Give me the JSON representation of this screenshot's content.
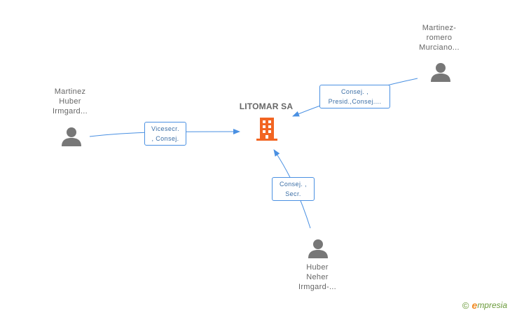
{
  "company": {
    "name": "LITOMAR SA"
  },
  "people": [
    {
      "id": "p1",
      "name_lines": [
        "Martinez",
        "Huber",
        "Irmgard..."
      ]
    },
    {
      "id": "p2",
      "name_lines": [
        "Martinez-",
        "romero",
        "Murciano..."
      ]
    },
    {
      "id": "p3",
      "name_lines": [
        "Huber",
        "Neher",
        "Irmgard-..."
      ]
    }
  ],
  "relations": [
    {
      "from": "p1",
      "label_lines": [
        "Vicesecr.",
        ", Consej."
      ]
    },
    {
      "from": "p2",
      "label_lines": [
        "Consej. ,",
        "Presid.,Consej...."
      ]
    },
    {
      "from": "p3",
      "label_lines": [
        "Consej. ,",
        "Secr."
      ]
    }
  ],
  "brand": {
    "copyright": "©",
    "e": "e",
    "rest": "mpresia"
  },
  "colors": {
    "edge": "#4a90e2",
    "company_icon": "#f26522",
    "person_icon": "#777777"
  }
}
